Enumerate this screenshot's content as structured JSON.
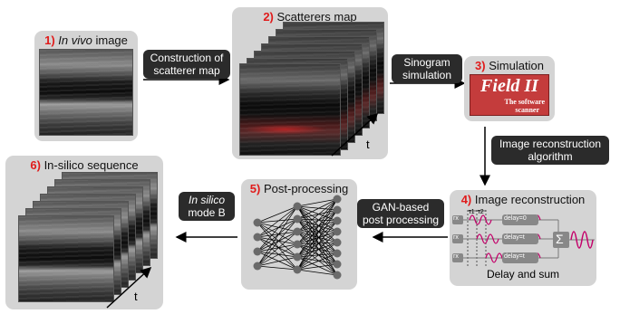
{
  "panels": {
    "p1": {
      "num": "1)",
      "title_italic": "In vivo",
      "title_rest": " image"
    },
    "p2": {
      "num": "2)",
      "title": "Scatterers map",
      "t": "t"
    },
    "p3": {
      "num": "3)",
      "title": "Simulation",
      "logo_main": "Field II",
      "logo_sub1": "The software",
      "logo_sub2": "scanner"
    },
    "p4": {
      "num": "4)",
      "title": "Image reconstruction",
      "caption": "Delay and sum",
      "rx": [
        "rx",
        "rx",
        "rx"
      ],
      "tau1": "τ1",
      "tau2": "τ2",
      "delays": [
        "delay=0",
        "delay=t",
        "delay=t"
      ],
      "sum": "Σ"
    },
    "p5": {
      "num": "5)",
      "title": "Post-processing"
    },
    "p6": {
      "num": "6)",
      "title": "In-silico sequence",
      "t": "t"
    }
  },
  "labels": {
    "l1": [
      "Construction of",
      "scatterer  map"
    ],
    "l2": [
      "Sinogram",
      "simulation"
    ],
    "l3": [
      "Image reconstruction",
      "algorithm"
    ],
    "l4": [
      "GAN-based",
      "post processing"
    ],
    "l5_italic": "In silico",
    "l5_rest": "mode B"
  }
}
